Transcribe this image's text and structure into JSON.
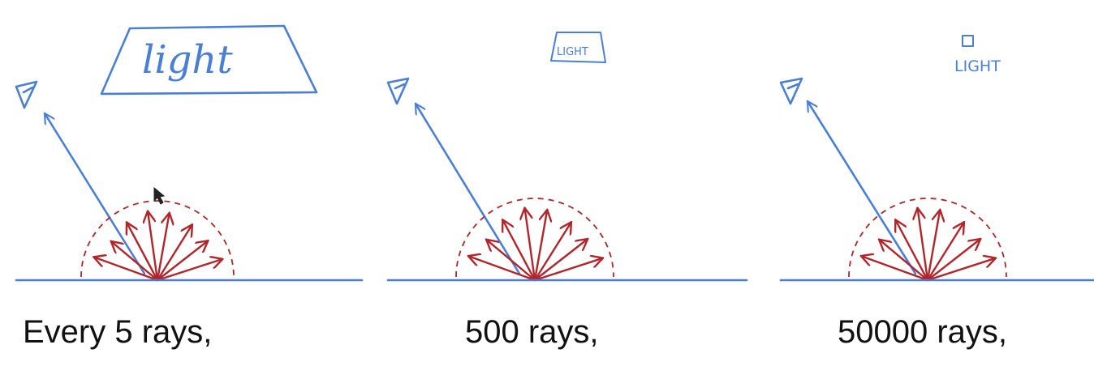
{
  "panels": [
    {
      "light_label": "light",
      "caption": "Every 5 rays,"
    },
    {
      "light_label": "LIGHT",
      "caption": "500 rays,"
    },
    {
      "light_label": "LIGHT",
      "caption": "50000 rays,"
    }
  ],
  "colors": {
    "surface_and_eye": "#4a7fd4",
    "rays": "#b0262b",
    "hemisphere": "#a52a2a",
    "caption": "#111111"
  },
  "icons": [
    "eye-icon",
    "cursor-icon"
  ]
}
